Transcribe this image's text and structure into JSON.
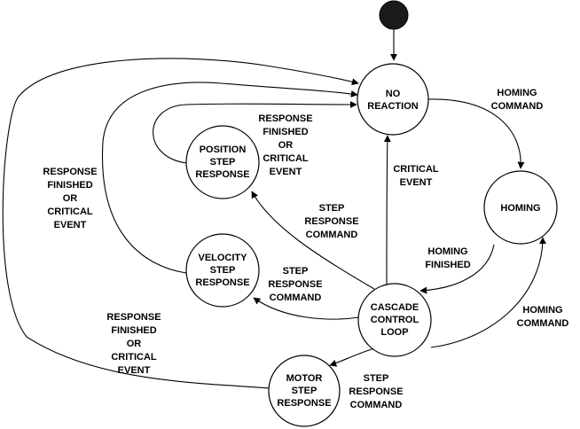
{
  "states": {
    "no_reaction": [
      "NO",
      "REACTION"
    ],
    "position_step": [
      "POSITION",
      "STEP",
      "RESPONSE"
    ],
    "homing": [
      "HOMING"
    ],
    "velocity_step": [
      "VELOCITY",
      "STEP",
      "RESPONSE"
    ],
    "cascade": [
      "CASCADE",
      "CONTROL",
      "LOOP"
    ],
    "motor_step": [
      "MOTOR",
      "STEP",
      "RESPONSE"
    ]
  },
  "edge_labels": {
    "homing_command_top": [
      "HOMING",
      "COMMAND"
    ],
    "response_position": [
      "RESPONSE",
      "FINISHED",
      "OR",
      "CRITICAL",
      "EVENT"
    ],
    "response_velocity": [
      "RESPONSE",
      "FINISHED",
      "OR",
      "CRITICAL",
      "EVENT"
    ],
    "critical_event": [
      "CRITICAL",
      "EVENT"
    ],
    "step_cmd_position": [
      "STEP",
      "RESPONSE",
      "COMMAND"
    ],
    "homing_finished": [
      "HOMING",
      "FINISHED"
    ],
    "step_cmd_velocity": [
      "STEP",
      "RESPONSE",
      "COMMAND"
    ],
    "response_motor": [
      "RESPONSE",
      "FINISHED",
      "OR",
      "CRITICAL",
      "EVENT"
    ],
    "homing_command_bottom": [
      "HOMING",
      "COMMAND"
    ],
    "step_cmd_motor": [
      "STEP",
      "RESPONSE",
      "COMMAND"
    ]
  }
}
